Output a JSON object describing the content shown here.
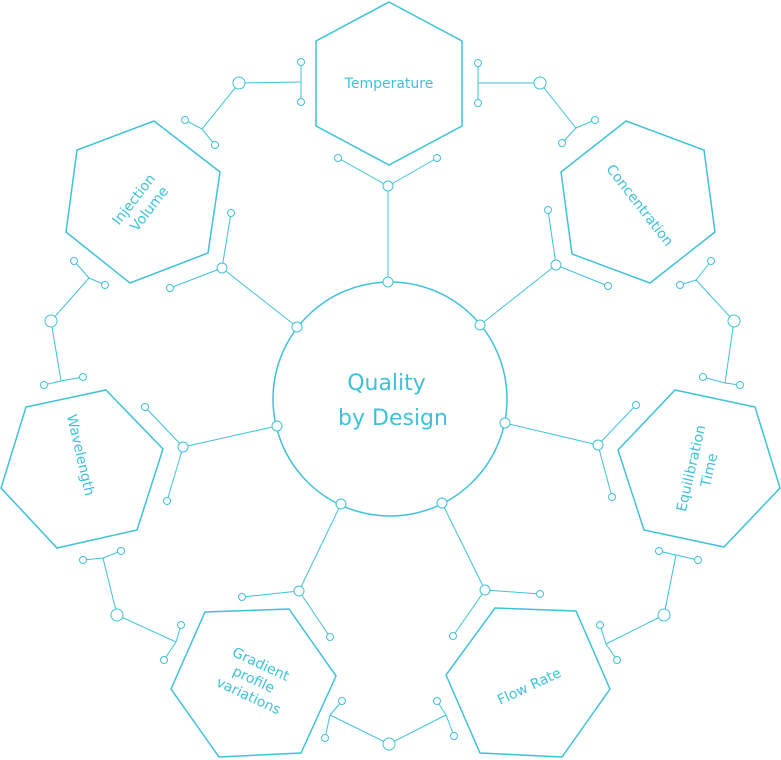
{
  "center": {
    "lines": [
      "Quality",
      "by Design"
    ]
  },
  "factors": [
    {
      "id": "temperature",
      "lines": [
        "Temperature"
      ]
    },
    {
      "id": "concentration",
      "lines": [
        "Concentration"
      ]
    },
    {
      "id": "equilibration-time",
      "lines": [
        "Equilibration",
        "Time"
      ]
    },
    {
      "id": "flow-rate",
      "lines": [
        "Flow Rate"
      ]
    },
    {
      "id": "gradient-profile-variations",
      "lines": [
        "Gradient",
        "profile",
        "variations"
      ]
    },
    {
      "id": "wavelength",
      "lines": [
        "Wavelength"
      ]
    },
    {
      "id": "injection-volume",
      "lines": [
        "Injection",
        "Volume"
      ]
    }
  ],
  "colors": {
    "accent": "#3fc2d8",
    "background": "#ffffff"
  }
}
